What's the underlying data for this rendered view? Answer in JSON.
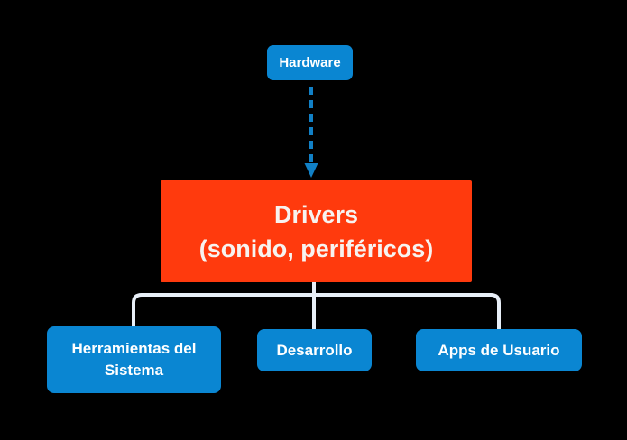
{
  "diagram": {
    "background": "#000000",
    "colors": {
      "node_blue": "#0a86d2",
      "node_orange": "#ff3a0d",
      "arrow_blue": "#1180c6",
      "connector_light": "#e8eff8",
      "text_white": "#ffffff",
      "text_warm_white": "#f7f3f0"
    },
    "nodes": {
      "hardware": {
        "label": "Hardware"
      },
      "drivers": {
        "title": "Drivers",
        "subtitle": "(sonido, periféricos)"
      },
      "children": [
        {
          "label": "Herramientas del Sistema"
        },
        {
          "label": "Desarrollo"
        },
        {
          "label": "Apps de Usuario"
        }
      ]
    }
  }
}
